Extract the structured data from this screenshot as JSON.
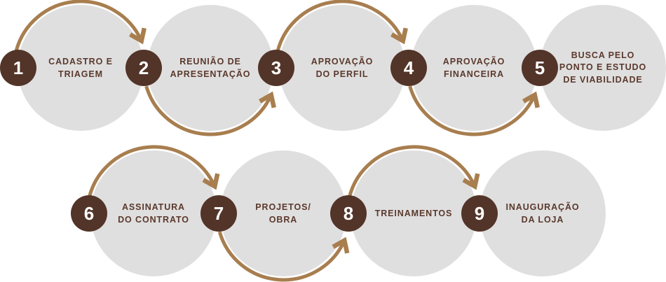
{
  "colors": {
    "dark_circle": "#523428",
    "gray_circle": "#e0dfdf",
    "arrow": "#a87e4f",
    "label_text": "#5a392d",
    "number_text": "#ffffff",
    "background": "#ffffff"
  },
  "steps": [
    {
      "number": "1",
      "label": "CADASTRO E\nTRIAGEM"
    },
    {
      "number": "2",
      "label": "REUNIÃO DE\nAPRESENTAÇÃO"
    },
    {
      "number": "3",
      "label": "APROVAÇÃO\nDO PERFIL"
    },
    {
      "number": "4",
      "label": "APROVAÇÃO\nFINANCEIRA"
    },
    {
      "number": "5",
      "label": "BUSCA PELO\nPONTO E ESTUDO\nDE VIABILIDADE"
    },
    {
      "number": "6",
      "label": "ASSINATURA\nDO CONTRATO"
    },
    {
      "number": "7",
      "label": "PROJETOS/\nOBRA"
    },
    {
      "number": "8",
      "label": "TREINAMENTOS"
    },
    {
      "number": "9",
      "label": "INAUGURAÇÃO\nDA LOJA"
    }
  ],
  "arrows": [
    {
      "from": "1",
      "to": "2",
      "side": "top"
    },
    {
      "from": "2",
      "to": "3",
      "side": "bottom"
    },
    {
      "from": "3",
      "to": "4",
      "side": "top"
    },
    {
      "from": "4",
      "to": "5",
      "side": "bottom"
    },
    {
      "from": "6",
      "to": "7",
      "side": "top"
    },
    {
      "from": "7",
      "to": "8",
      "side": "bottom"
    },
    {
      "from": "8",
      "to": "9",
      "side": "top"
    }
  ]
}
